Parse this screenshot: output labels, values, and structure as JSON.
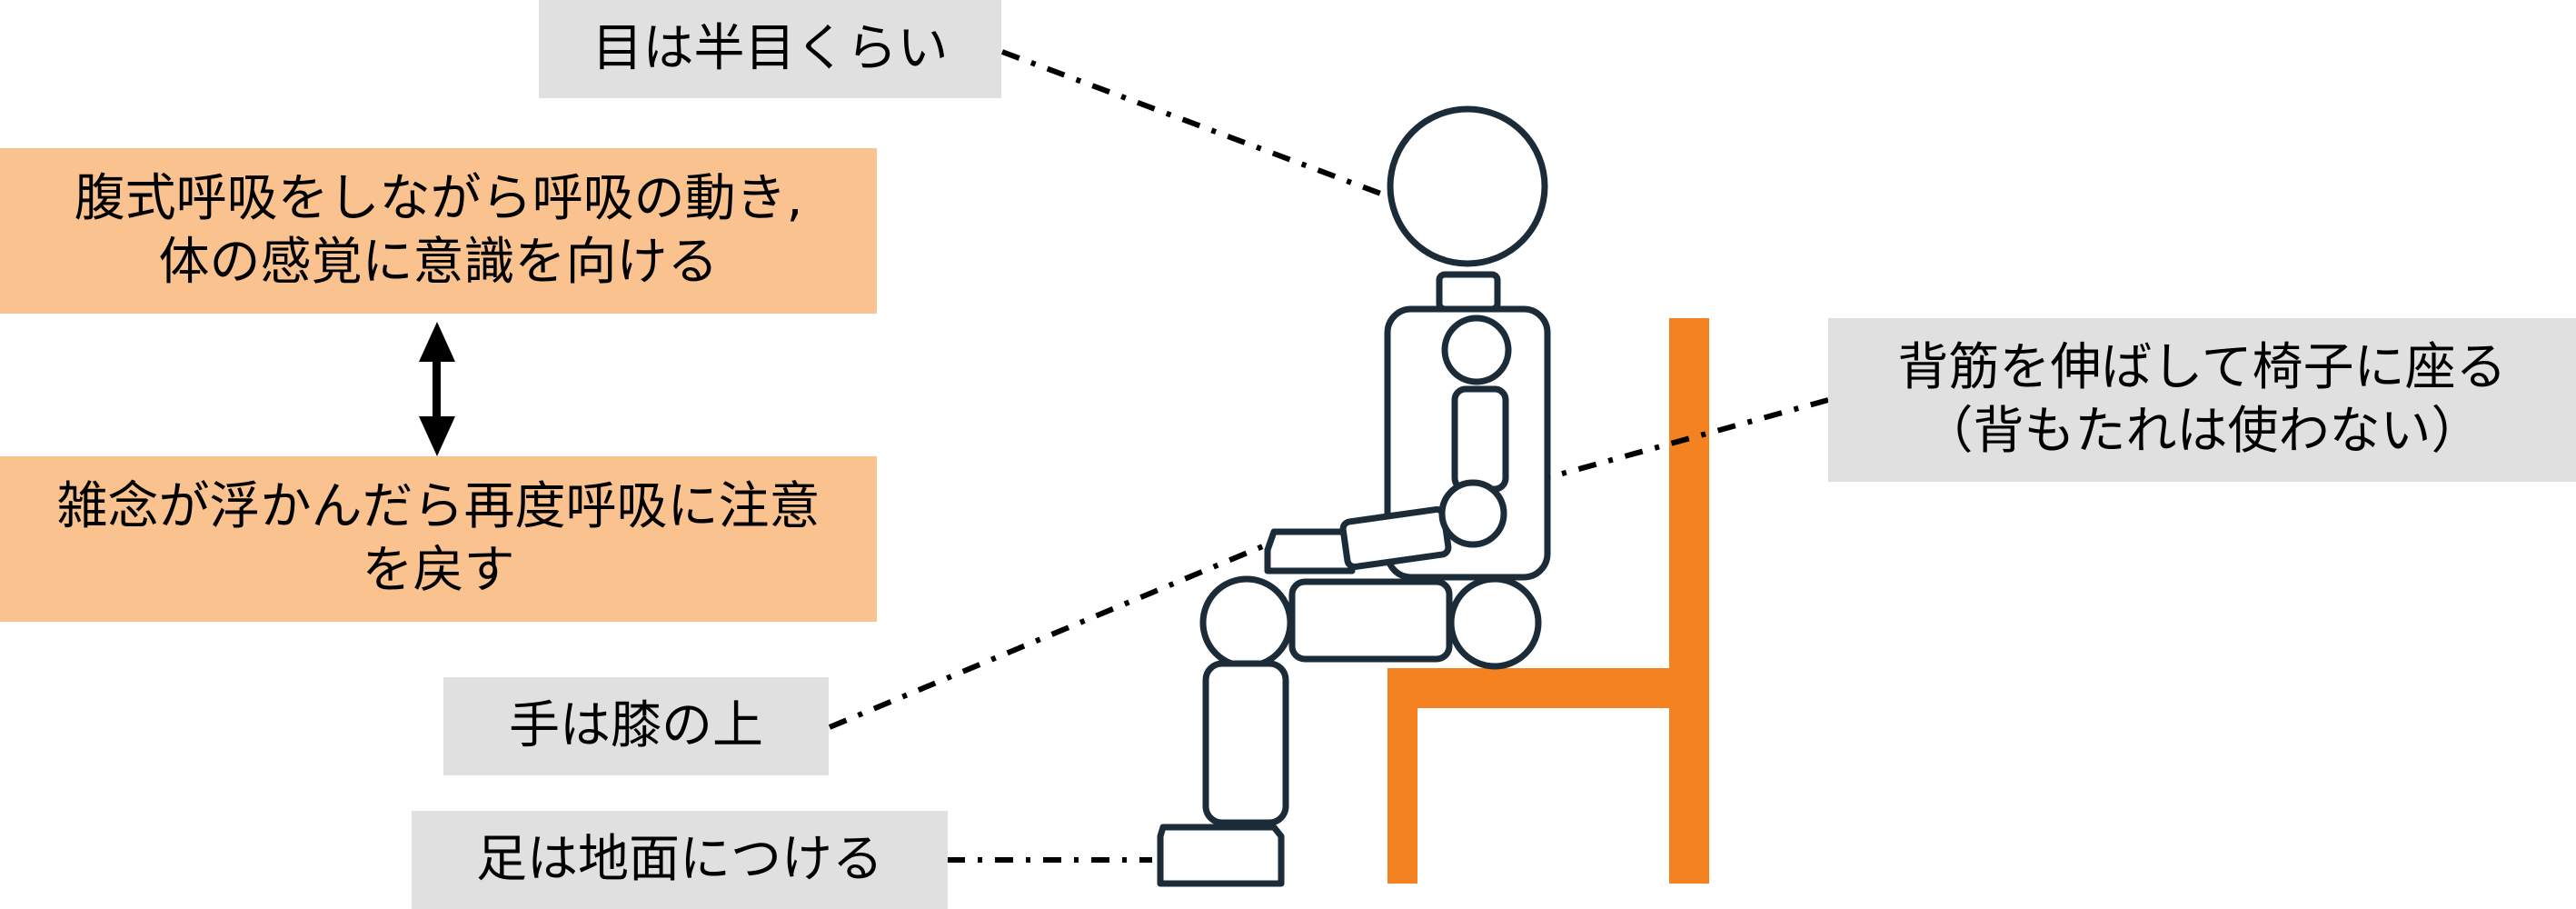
{
  "colors": {
    "label_gray": "#e0e0e0",
    "label_orange": "#f9c28f",
    "chair_orange": "#f58220",
    "figure_stroke": "#1b2b38",
    "leader_line": "#000000",
    "arrow": "#000000"
  },
  "labels": {
    "eyes": "目は半目くらい",
    "breathing_line1": "腹式呼吸をしながら呼吸の動き,",
    "breathing_line2": "体の感覚に意識を向ける",
    "refocus_line1": "雑念が浮かんだら再度呼吸に注意",
    "refocus_line2": "を戻す",
    "back_line1": "背筋を伸ばして椅子に座る",
    "back_line2": "（背もたれは使わない）",
    "hands": "手は膝の上",
    "feet": "足は地面につける"
  }
}
